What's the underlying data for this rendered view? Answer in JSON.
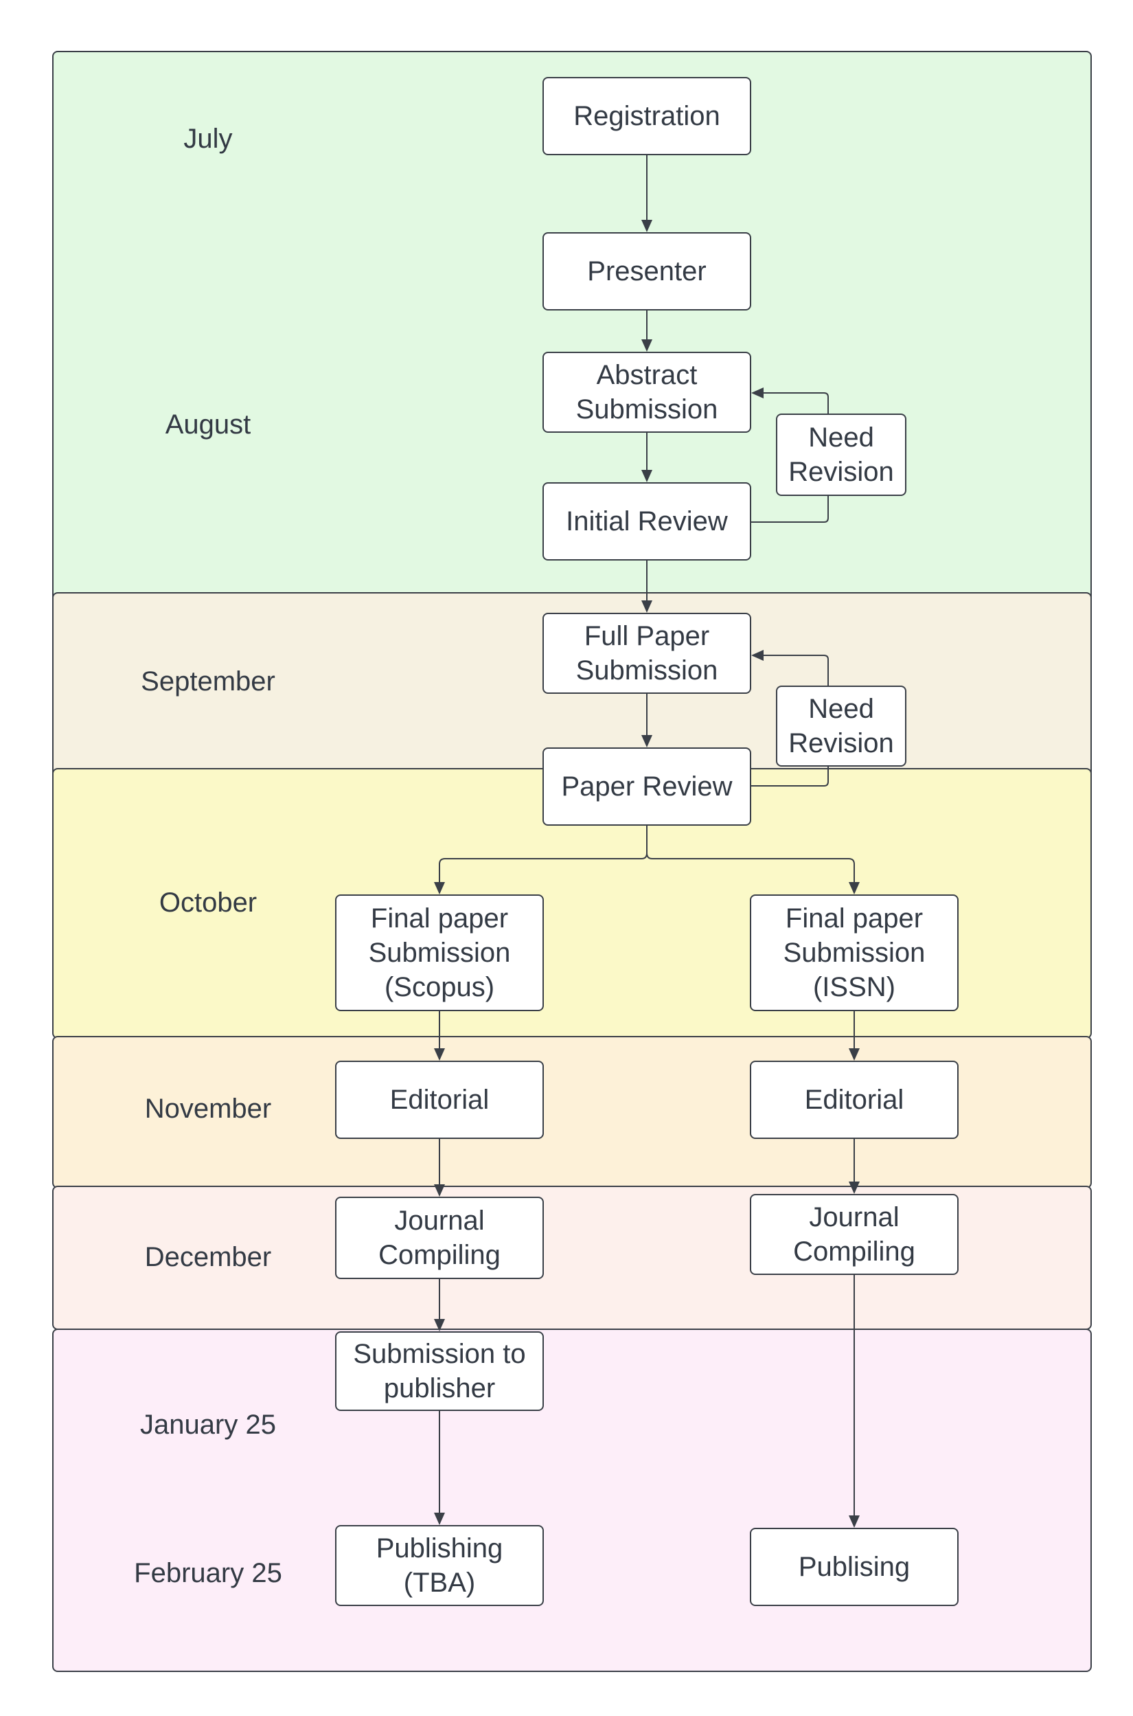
{
  "months": {
    "july": "July",
    "august": "August",
    "september": "September",
    "october": "October",
    "november": "November",
    "december": "December",
    "january": "January 25",
    "february": "February 25"
  },
  "nodes": {
    "registration": "Registration",
    "presenter": "Presenter",
    "abstract_submission": "Abstract\nSubmission",
    "need_revision_1": "Need\nRevision",
    "initial_review": "Initial Review",
    "full_paper_submission": "Full Paper\nSubmission",
    "need_revision_2": "Need\nRevision",
    "paper_review": "Paper Review",
    "final_scopus": "Final paper\nSubmission\n(Scopus)",
    "final_issn": "Final paper\nSubmission\n(ISSN)",
    "editorial_left": "Editorial",
    "editorial_right": "Editorial",
    "journal_left": "Journal\nCompiling",
    "journal_right": "Journal\nCompiling",
    "submission_publisher": "Submission to\npublisher",
    "publishing_tba": "Publishing\n(TBA)",
    "publising": "Publising"
  },
  "colors": {
    "july_august": "#e2f9e2",
    "september": "#f6f1e1",
    "october": "#fbf9c8",
    "november": "#fdf1d8",
    "december": "#fdf0ec",
    "jan_feb": "#fdeef9",
    "line": "#3a3f47"
  }
}
